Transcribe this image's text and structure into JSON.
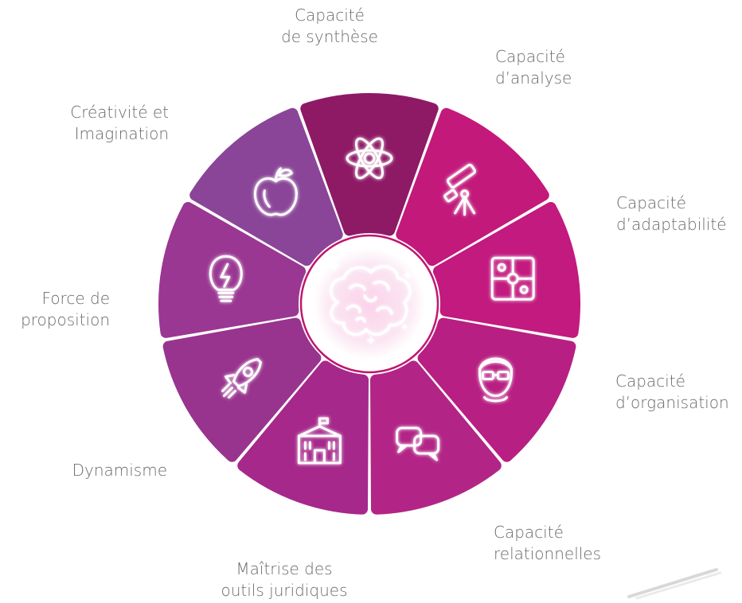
{
  "diagram": {
    "center": {
      "icon": "brain-icon"
    },
    "segments": [
      {
        "id": "synthese",
        "lines": [
          "Capacité",
          "de synthèse"
        ],
        "icon": "atom-icon",
        "color": "#8e1a66"
      },
      {
        "id": "analyse",
        "lines": [
          "Capacité",
          "d’analyse"
        ],
        "icon": "telescope-icon",
        "color": "#c2197a"
      },
      {
        "id": "adaptabilite",
        "lines": [
          "Capacité",
          "d’adaptabilité"
        ],
        "icon": "puzzle-icon",
        "color": "#c21a7f"
      },
      {
        "id": "organisation",
        "lines": [
          "Capacité",
          "d’organisation"
        ],
        "icon": "person-glasses-icon",
        "color": "#b81f82"
      },
      {
        "id": "relationnelles",
        "lines": [
          "Capacité",
          "relationnelles"
        ],
        "icon": "speech-bubbles-icon",
        "color": "#b22586"
      },
      {
        "id": "juridiques",
        "lines": [
          "Maîtrise des",
          "outils juridiques"
        ],
        "icon": "building-icon",
        "color": "#a6288b"
      },
      {
        "id": "dynamisme",
        "lines": [
          "Dynamisme"
        ],
        "icon": "rocket-icon",
        "color": "#98348e"
      },
      {
        "id": "proposition",
        "lines": [
          "Force de",
          "proposition"
        ],
        "icon": "lightbulb-icon",
        "color": "#9a3792"
      },
      {
        "id": "creativite",
        "lines": [
          "Créativité et",
          "Imagination"
        ],
        "icon": "apple-icon",
        "color": "#8a4598"
      }
    ]
  }
}
